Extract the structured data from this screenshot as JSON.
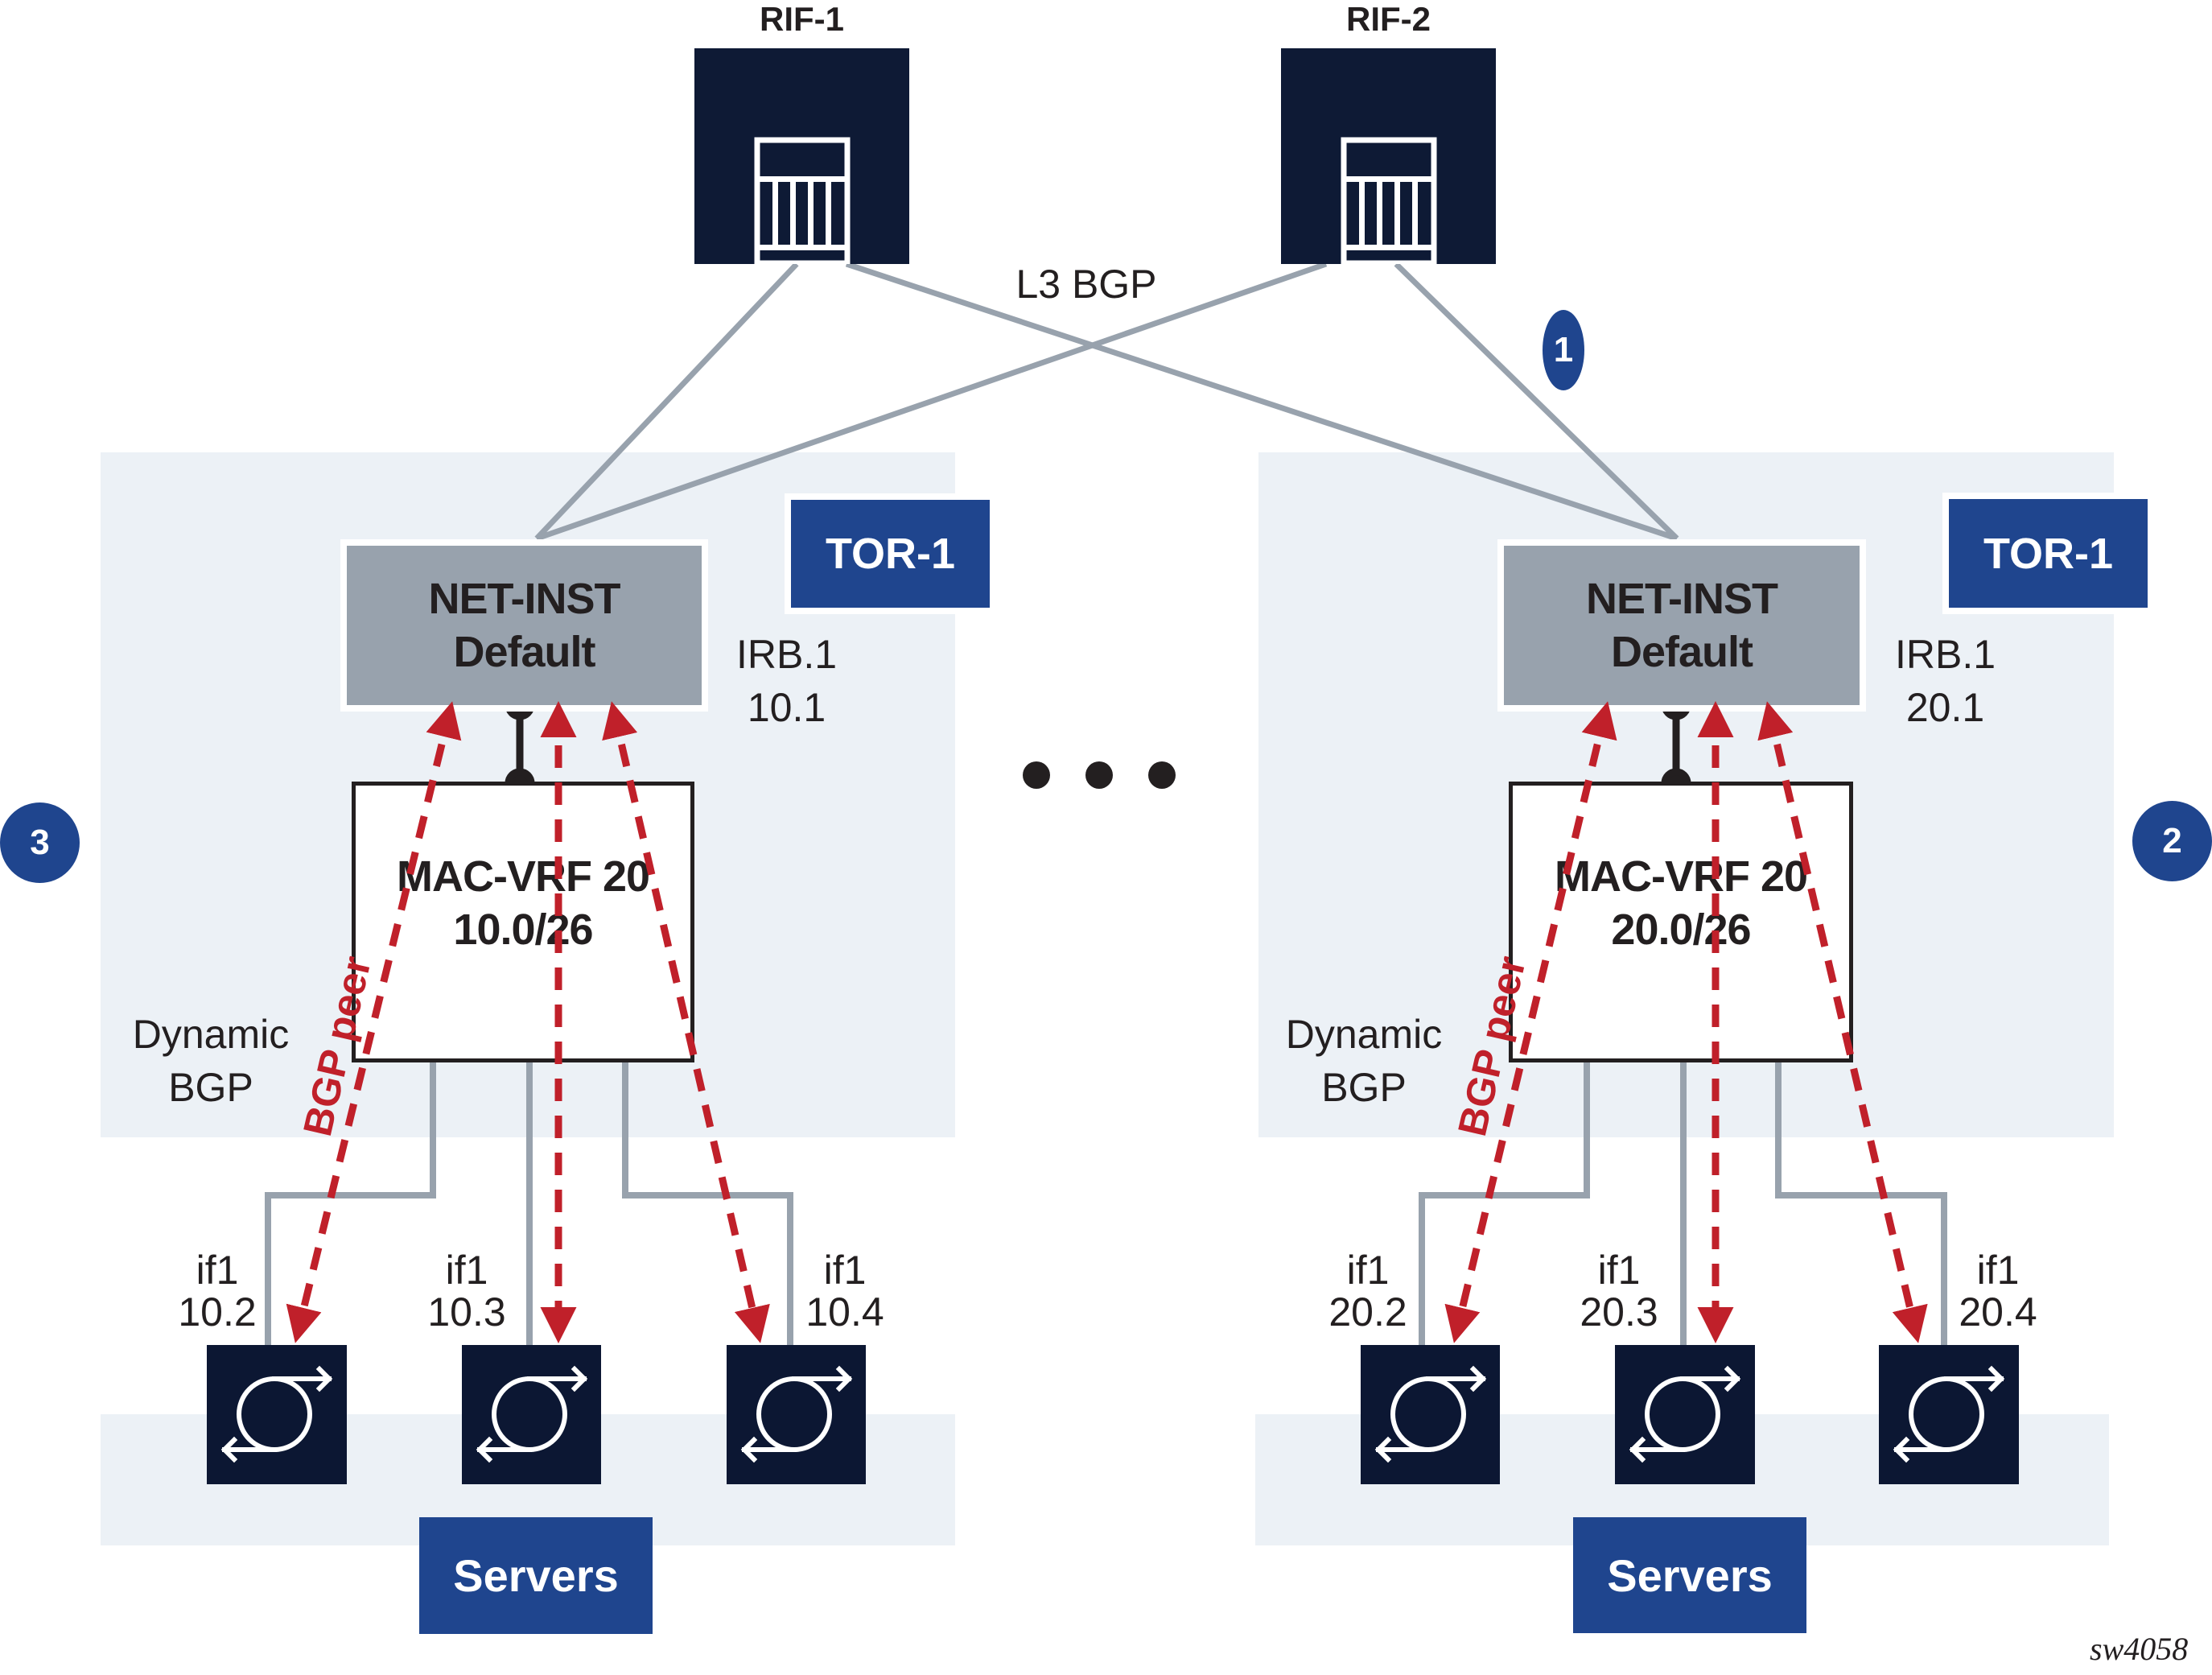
{
  "diagram": {
    "figure_id": "sw4058",
    "link_label": "L3 BGP",
    "ellipsis": "• • •",
    "colors": {
      "dark_node": "#0e1a35",
      "accent_blue": "#1f458e",
      "net_inst_grey": "#98a2ad",
      "panel_bg": "#ecf1f6",
      "link_grey": "#98a2ad",
      "bgp_peer_red": "#c0202a",
      "text": "#231f20"
    },
    "routers": [
      {
        "label": "RIF-1",
        "icon": "router-chassis-icon"
      },
      {
        "label": "RIF-2",
        "icon": "router-chassis-icon"
      }
    ],
    "badges": [
      "1",
      "2",
      "3"
    ],
    "tors": [
      {
        "label": "TOR-1",
        "net_inst": [
          "NET-INST",
          "Default"
        ],
        "irb": [
          "IRB.1",
          "10.1"
        ],
        "mac_vrf": [
          "MAC-VRF 20",
          "10.0/26"
        ],
        "dynamic_bgp": [
          "Dynamic",
          "BGP"
        ],
        "bgp_peer_label": "BGP peer",
        "servers_label": "Servers",
        "servers": [
          {
            "iface": "if1",
            "ip": "10.2",
            "icon": "server-sync-icon"
          },
          {
            "iface": "if1",
            "ip": "10.3",
            "icon": "server-sync-icon"
          },
          {
            "iface": "if1",
            "ip": "10.4",
            "icon": "server-sync-icon"
          }
        ]
      },
      {
        "label": "TOR-1",
        "net_inst": [
          "NET-INST",
          "Default"
        ],
        "irb": [
          "IRB.1",
          "20.1"
        ],
        "mac_vrf": [
          "MAC-VRF 20",
          "20.0/26"
        ],
        "dynamic_bgp": [
          "Dynamic",
          "BGP"
        ],
        "bgp_peer_label": "BGP peer",
        "servers_label": "Servers",
        "servers": [
          {
            "iface": "if1",
            "ip": "20.2",
            "icon": "server-sync-icon"
          },
          {
            "iface": "if1",
            "ip": "20.3",
            "icon": "server-sync-icon"
          },
          {
            "iface": "if1",
            "ip": "20.4",
            "icon": "server-sync-icon"
          }
        ]
      }
    ]
  }
}
